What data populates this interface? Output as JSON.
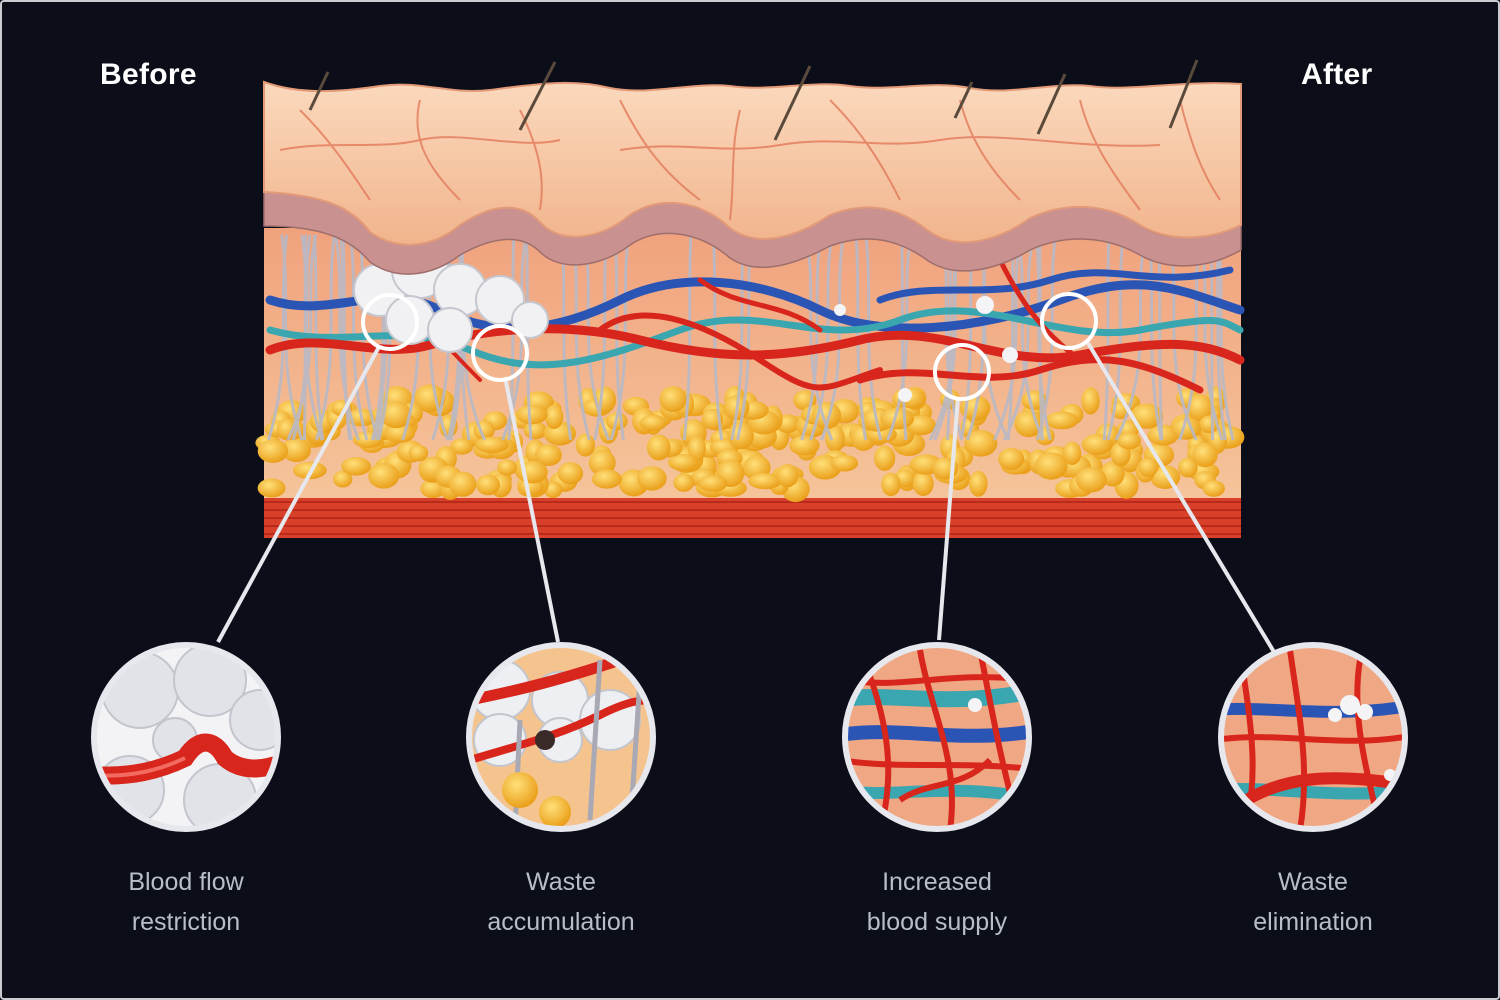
{
  "headings": {
    "before": "Before",
    "after": "After"
  },
  "callouts": [
    {
      "line1": "Blood flow",
      "line2": "restriction"
    },
    {
      "line1": "Waste",
      "line2": "accumulation"
    },
    {
      "line1": "Increased",
      "line2": "blood supply"
    },
    {
      "line1": "Waste",
      "line2": "elimination"
    }
  ],
  "colors": {
    "background": "#0b0e18",
    "callout_ring": "#e6e8ee",
    "caption_text": "#b9bdc8",
    "skin": "#f6c9a6",
    "vessel_red": "#d8261c",
    "vessel_blue": "#2b55b5",
    "fat": "#f5b324",
    "muscle": "#d8402a"
  }
}
